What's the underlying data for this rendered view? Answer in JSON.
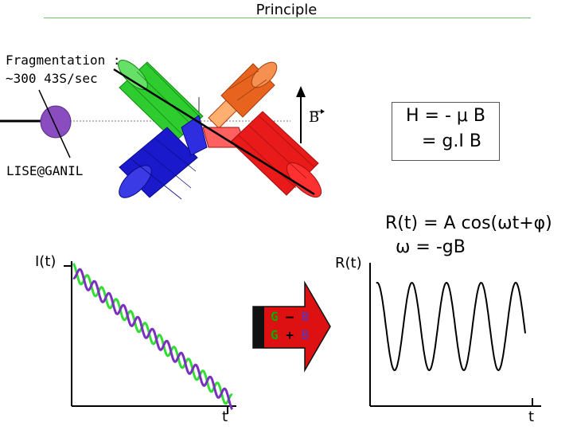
{
  "title": "Principle",
  "fragmentation": {
    "line1": "Fragmentation :",
    "line2": "~300 43S/sec"
  },
  "facility": "LISE@GANIL",
  "field_label": "B",
  "hamiltonian": {
    "line1": "H = - μ B",
    "line2": "= g.I B"
  },
  "ratio_formula": {
    "line1": "R(t) = A cos(ωt+φ)",
    "line2": "ω = -gB"
  },
  "left_plot": {
    "ylabel": "I(t)",
    "xlabel": "t"
  },
  "right_plot": {
    "ylabel": "R(t)",
    "xlabel": "t"
  },
  "arrow_text": {
    "line1": {
      "g": "G",
      "op": "–",
      "b": "B"
    },
    "line2": {
      "g": "G",
      "op": "+",
      "b": "B"
    }
  },
  "colors": {
    "green": "#2ecc2e",
    "orange": "#e8641e",
    "blue": "#1a1acc",
    "red": "#e81a1a",
    "purple": "#7030a0",
    "rule": "#6fbf6f"
  }
}
